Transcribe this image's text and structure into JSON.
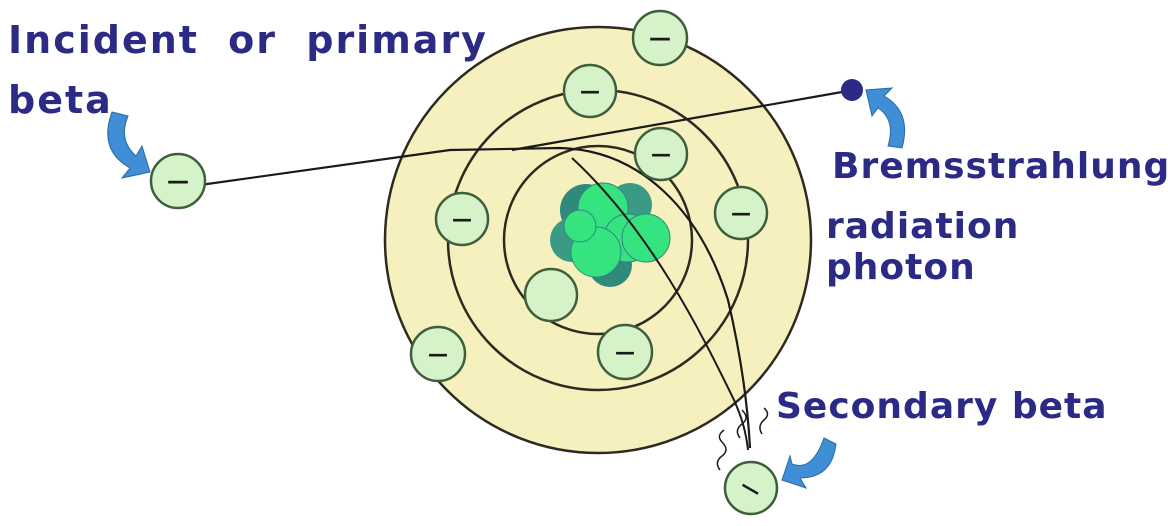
{
  "labels": {
    "incident_line1": "Incident or primary",
    "incident_line2": "beta",
    "bremsstrahlung_line1": "Bremsstrahlung",
    "bremsstrahlung_line2": "radiation photon",
    "secondary": "Secondary beta"
  },
  "electron_sign": "—",
  "colors": {
    "atom_fill": "#f6f0bf",
    "orbit_stroke": "#2e2a20",
    "electron_fill": "#d6f2c8",
    "electron_stroke": "#3e5e3c",
    "nucleus_green": "#35e37f",
    "nucleus_dark": "#2f8a7c",
    "photon": "#2b2b86",
    "arrow": "#3f8ed6",
    "label": "#2b2b86"
  }
}
